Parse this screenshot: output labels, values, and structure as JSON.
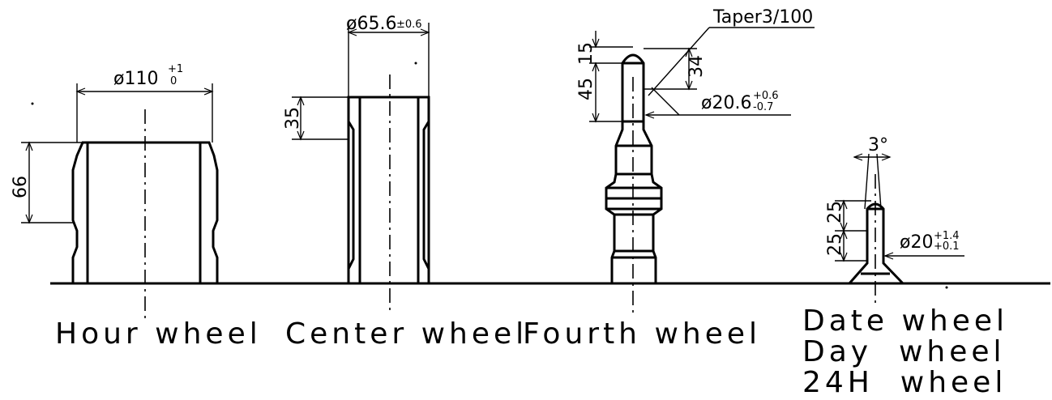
{
  "wheels": {
    "hour": {
      "label": "Hour wheel",
      "diameter": {
        "prefix": "ø110",
        "tol_upper": "+1",
        "tol_lower": "0"
      },
      "height": "66"
    },
    "center": {
      "label": "Center wheel",
      "diameter": {
        "prefix": "ø65.6",
        "tol": "±0.6"
      },
      "height": "35"
    },
    "fourth": {
      "label": "Fourth wheel",
      "taper": "Taper3/100",
      "dim_top": "15",
      "dim_mid": "45",
      "dim_right": "34",
      "diameter": {
        "prefix": "ø20.6",
        "tol_upper": "+0.6",
        "tol_lower": "-0.7"
      }
    },
    "date": {
      "labels": [
        "Date wheel",
        "Day  wheel",
        "24H  wheel"
      ],
      "angle": "3°",
      "dim_upper": "25",
      "dim_lower": "25",
      "diameter": {
        "prefix": "ø20",
        "tol_upper": "+1.4",
        "tol_lower": "+0.1"
      }
    }
  }
}
